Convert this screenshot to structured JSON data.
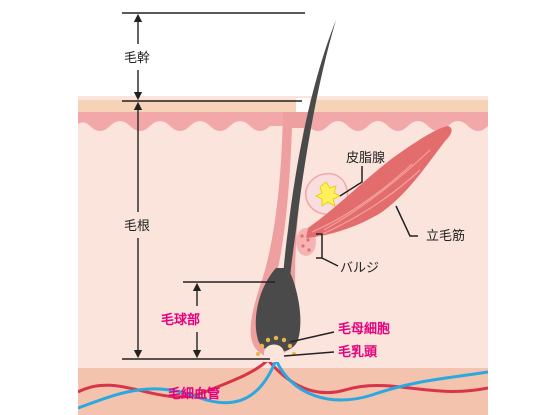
{
  "labels": {
    "hair_shaft": "毛幹",
    "hair_root": "毛根",
    "hair_bulb": "毛球部",
    "sebaceous_gland": "皮脂腺",
    "arrector_pili": "立毛筋",
    "bulge": "バルジ",
    "hair_matrix_cells": "毛母細胞",
    "dermal_papilla": "毛乳頭",
    "capillaries": "毛細血管"
  },
  "colors": {
    "skin_surface": "#f6d2b6",
    "epidermis": "#f2a8a8",
    "dermis": "#fbe4dc",
    "fat_layer": "#f4c3ad",
    "follicle_sheath": "#ee9f9f",
    "hair": "#4a4a4a",
    "muscle": "#e36d6d",
    "gland": "#fff15a",
    "artery": "#d8344a",
    "vein": "#2aa8e0",
    "accent_label": "#e6007e",
    "dimension_line": "#222222"
  }
}
